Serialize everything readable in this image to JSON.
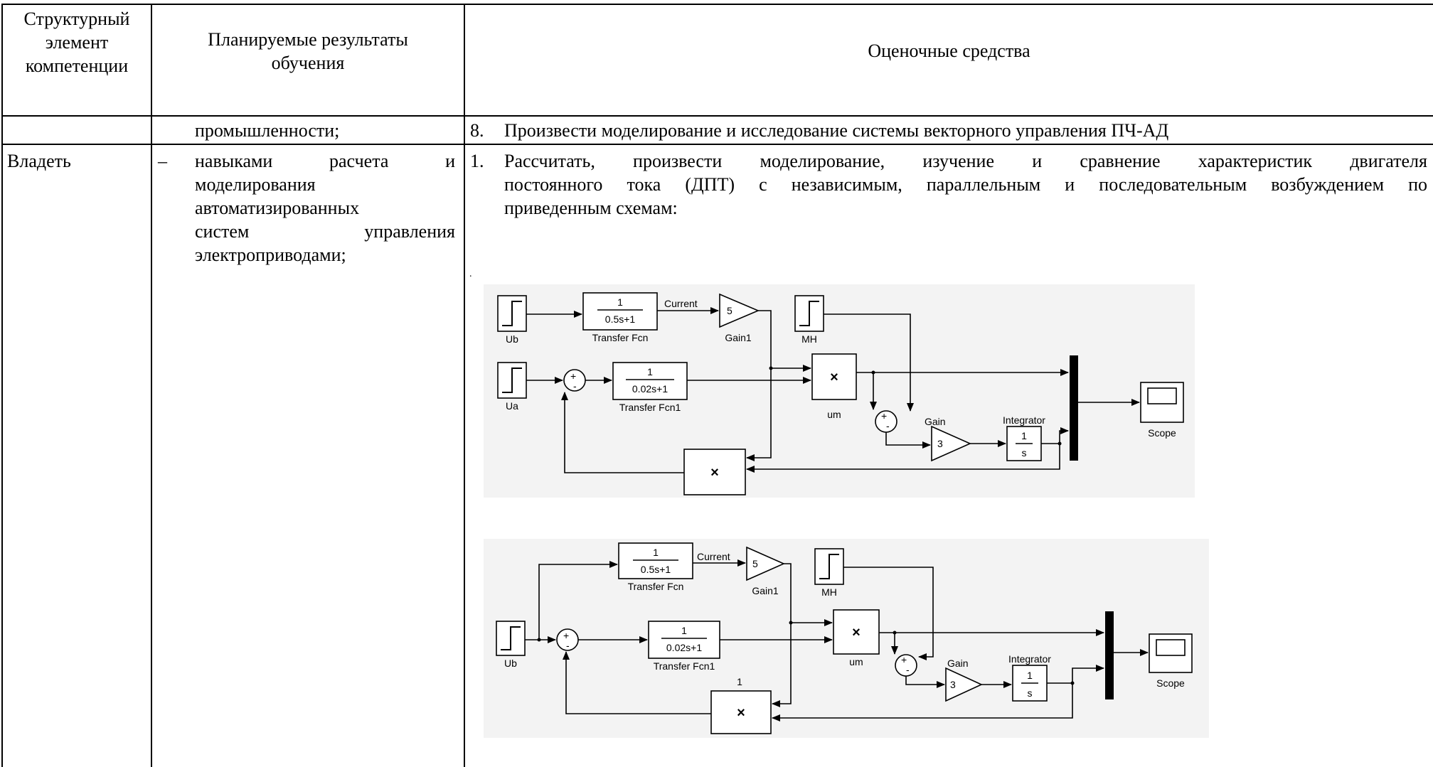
{
  "table": {
    "headers": {
      "element": [
        "Структурный",
        "элемент",
        "компетенции"
      ],
      "results": [
        "Планируемые результаты",
        "обучения"
      ],
      "tools": "Оценочные средства"
    },
    "row1": {
      "results": "промышленности;",
      "tools_num": "8.",
      "tools": "Произвести моделирование и исследование системы векторного управления ПЧ-АД"
    },
    "row2": {
      "element": "Владеть",
      "dash": "–",
      "results_lines": [
        "навыками расчета и",
        "моделирования",
        "автоматизированных",
        "систем управления",
        "электроприводами;"
      ],
      "tools_num": "1.",
      "tools_lines": [
        "Рассчитать, произвести моделирование, изучение и сравнение характеристик двигателя",
        "постоянного тока (ДПТ) с независимым, параллельным и последовательным возбуждением по",
        "приведенным схемам:"
      ]
    }
  },
  "diagram1": {
    "source_ub": "Ub",
    "source_ua": "Ua",
    "source_mh": "MH",
    "tf1_num": "1",
    "tf1_den": "0.5s+1",
    "tf1_name": "Transfer Fcn",
    "tf2_num": "1",
    "tf2_den": "0.02s+1",
    "tf2_name": "Transfer Fcn1",
    "signal_current": "Current",
    "gain1_value": "5",
    "gain1_name": "Gain1",
    "product_um": "um",
    "product_symbol": "×",
    "gain_name": "Gain",
    "gain_value": "3",
    "integrator_name": "Integrator",
    "integrator_num": "1",
    "integrator_den": "s",
    "scope_name": "Scope",
    "sum_plus": "+",
    "sum_minus": "-"
  },
  "diagram2": {
    "source_ub": "Ub",
    "source_mh": "MH",
    "tf1_num": "1",
    "tf1_den": "0.5s+1",
    "tf1_name": "Transfer Fcn",
    "tf2_num": "1",
    "tf2_den": "0.02s+1",
    "tf2_name": "Transfer Fcn1",
    "signal_current": "Current",
    "gain1_value": "5",
    "gain1_name": "Gain1",
    "product_um": "um",
    "product_symbol": "×",
    "product_label_1": "1",
    "gain_name": "Gain",
    "gain_value": "3",
    "integrator_name": "Integrator",
    "integrator_num": "1",
    "integrator_den": "s",
    "scope_name": "Scope",
    "sum_plus": "+",
    "sum_minus": "-"
  },
  "misc": {
    "dot": "."
  }
}
